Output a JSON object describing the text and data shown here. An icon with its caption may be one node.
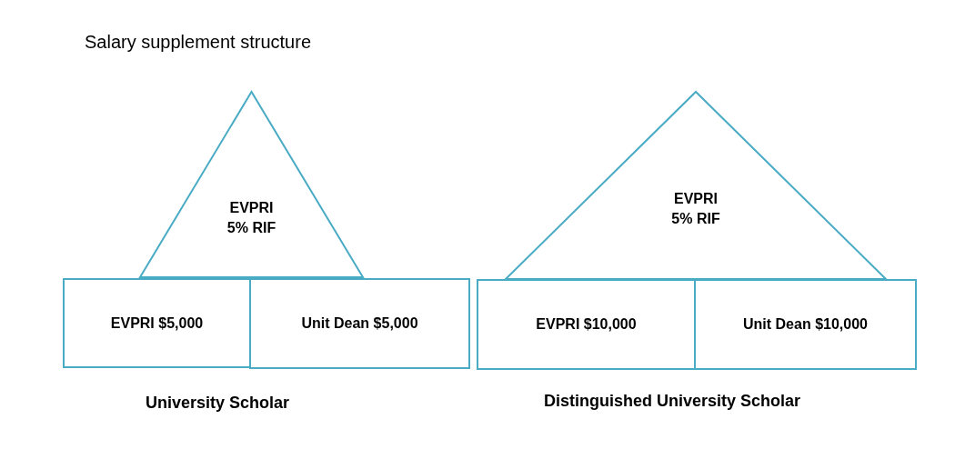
{
  "diagram": {
    "title": "Salary supplement structure",
    "nodes": [
      {
        "text": [
          "EVPRI 5% RIF"
        ]
      },
      {
        "text": [
          "EVPRI $5,000"
        ]
      },
      {
        "text": [
          "Unit Dean $5,000"
        ]
      },
      {
        "text": [
          "EVPRI 5% RIF"
        ]
      },
      {
        "text": [
          "EVPRI $10,000"
        ]
      },
      {
        "text": [
          "Unit Dean $10,000"
        ]
      }
    ],
    "edges": [],
    "labels": [
      "University Scholar",
      "Distinguished University Scholar"
    ]
  }
}
